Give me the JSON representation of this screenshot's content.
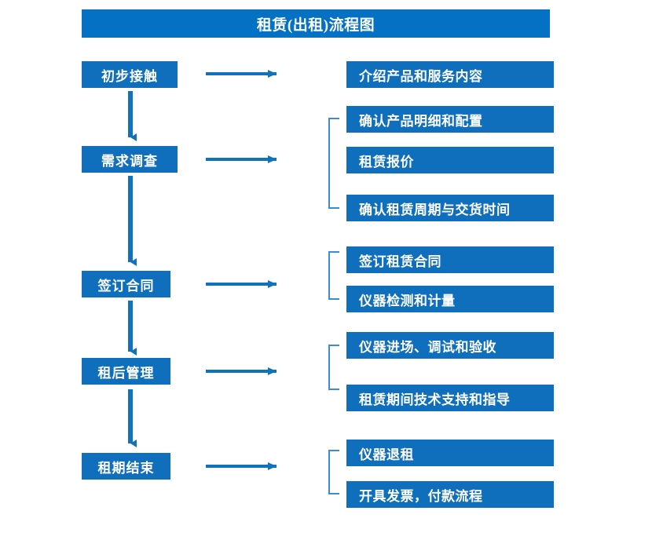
{
  "title": "租赁(出租)流程图",
  "colors": {
    "title_bar": "#0571c4",
    "box_fill": "#0f6fbd",
    "box_text": "#ffffff",
    "arrow": "#1072bc",
    "bracket": "#3b8fd0",
    "page_background": "#ffffff"
  },
  "stages": [
    {
      "id": "initial-contact",
      "label": "初步接触"
    },
    {
      "id": "demand-survey",
      "label": "需求调查"
    },
    {
      "id": "sign-contract",
      "label": "签订合同"
    },
    {
      "id": "post-rental-mgmt",
      "label": "租后管理"
    },
    {
      "id": "rental-period-end",
      "label": "租期结束"
    }
  ],
  "detail_groups": [
    {
      "id": "group-initial-contact",
      "stage": "初步接触",
      "bracket": false,
      "items": [
        {
          "label": "介绍产品和服务内容"
        }
      ]
    },
    {
      "id": "group-demand-survey",
      "stage": "需求调查",
      "bracket": true,
      "items": [
        {
          "label": "确认产品明细和配置"
        },
        {
          "label": "租赁报价"
        },
        {
          "label": "确认租赁周期与交货时间"
        }
      ]
    },
    {
      "id": "group-sign-contract",
      "stage": "签订合同",
      "bracket": true,
      "items": [
        {
          "label": "签订租赁合同"
        },
        {
          "label": "仪器检测和计量"
        }
      ]
    },
    {
      "id": "group-post-rental-mgmt",
      "stage": "租后管理",
      "bracket": true,
      "items": [
        {
          "label": "仪器进场、调试和验收"
        },
        {
          "label": "租赁期间技术支持和指导"
        }
      ]
    },
    {
      "id": "group-rental-period-end",
      "stage": "租期结束",
      "bracket": true,
      "items": [
        {
          "label": "仪器退租"
        },
        {
          "label": "开具发票，付款流程"
        }
      ]
    }
  ],
  "connectors": {
    "vertical_arrows": [
      {
        "from": "初步接触",
        "to": "需求调查"
      },
      {
        "from": "需求调查",
        "to": "签订合同"
      },
      {
        "from": "签订合同",
        "to": "租后管理"
      },
      {
        "from": "租后管理",
        "to": "租期结束"
      }
    ],
    "horizontal_arrows": [
      {
        "from": "初步接触",
        "to": "group-initial-contact"
      },
      {
        "from": "需求调查",
        "to": "group-demand-survey"
      },
      {
        "from": "签订合同",
        "to": "group-sign-contract"
      },
      {
        "from": "租后管理",
        "to": "group-post-rental-mgmt"
      },
      {
        "from": "租期结束",
        "to": "group-rental-period-end"
      }
    ]
  }
}
